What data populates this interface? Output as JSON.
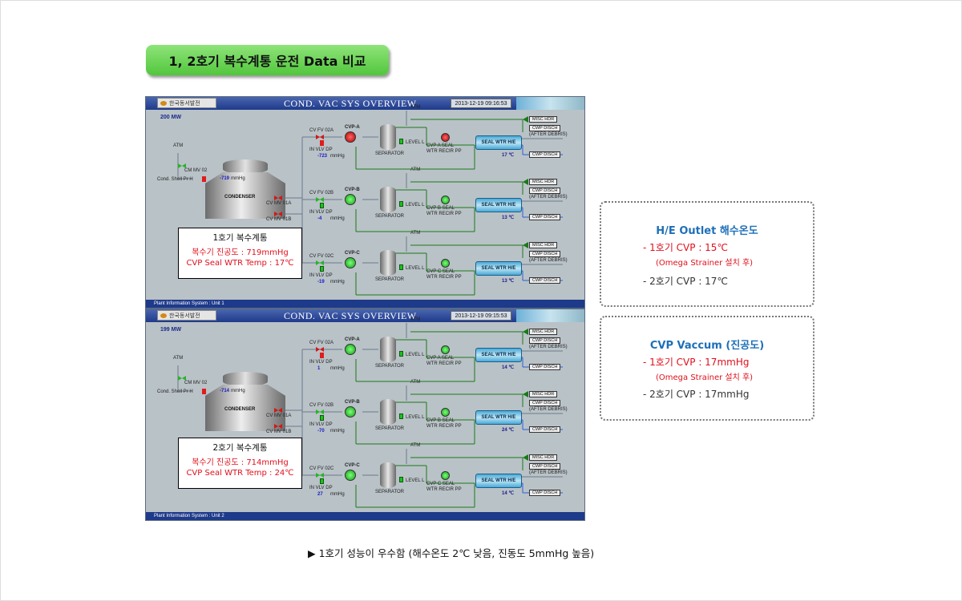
{
  "page": {
    "title": "1, 2호기 복수계통 운전 Data 비교",
    "conclusion": "▶ 1호기 성능이 우수함 (해수온도 2℃ 낮음, 진동도 5mmHg 높음)"
  },
  "screen_common": {
    "logo": "한국동서발전",
    "title": "COND. VAC SYS OVERVIEW",
    "atm": "ATM",
    "cm_mv": "CM MV 02",
    "shell_pr": "Cond. Shell Pr  H",
    "mmhg": "mmHg",
    "condenser": "CONDENSER",
    "cv_mv_01a": "CV MV 01A",
    "cv_mv_01b": "CV MV 01B",
    "in_vlv_dp": "IN VLV DP",
    "separator": "SEPARATOR",
    "level": "LEVEL L",
    "seal_wtr": "SEAL WTR H/E",
    "misc_hdr": "MISC HDR",
    "cwp_disch": "CWP DISCH",
    "after_debris": "(AFTER DEBRIS)",
    "trains": [
      {
        "fv": "CV FV 02A",
        "pump": "CVP-A",
        "recir": "CVP A SEAL WTR RECIR PP"
      },
      {
        "fv": "CV FV 02B",
        "pump": "CVP-B",
        "recir": "CVP B SEAL WTR RECIR PP"
      },
      {
        "fv": "CV FV 02C",
        "pump": "CVP-C",
        "recir": "CVP C SEAL WTR RECIR PP"
      }
    ]
  },
  "unit1": {
    "time": "2013-12-19 09:16:53",
    "mw": "200 MW",
    "shell": "-719",
    "dp": [
      "-723",
      "-4",
      "-19"
    ],
    "temps": [
      "17 ℃",
      "13 ℃",
      "13 ℃"
    ],
    "footer": "Plant Information System : Unit 1",
    "box_title": "1호기 복수계통",
    "box_l1": "복수기 진공도 : 719mmHg",
    "box_l2": "CVP Seal WTR Temp : 17℃"
  },
  "unit2": {
    "time": "2013-12-19 09:15:53",
    "mw": "199 MW",
    "shell": "-714",
    "dp": [
      "1",
      "-70",
      "27"
    ],
    "temps": [
      "14 ℃",
      "24 ℃",
      "14 ℃"
    ],
    "footer": "Plant Information System : Unit 2",
    "box_title": "2호기 복수계통",
    "box_l1": "복수기 진공도 : 714mmHg",
    "box_l2": "CVP Seal WTR Temp : 24℃"
  },
  "note1": {
    "title": "H/E Outlet 해수온도",
    "l1": "- 1호기 CVP : 15℃",
    "l1_sub": "(Omega Strainer 설치 후)",
    "l2": "- 2호기 CVP : 17℃"
  },
  "note2": {
    "title": "CVP Vaccum (진공도)",
    "l1": "- 1호기 CVP : 17mmHg",
    "l1_sub": "(Omega Strainer 설치 후)",
    "l2": "- 2호기 CVP : 17mmHg"
  }
}
